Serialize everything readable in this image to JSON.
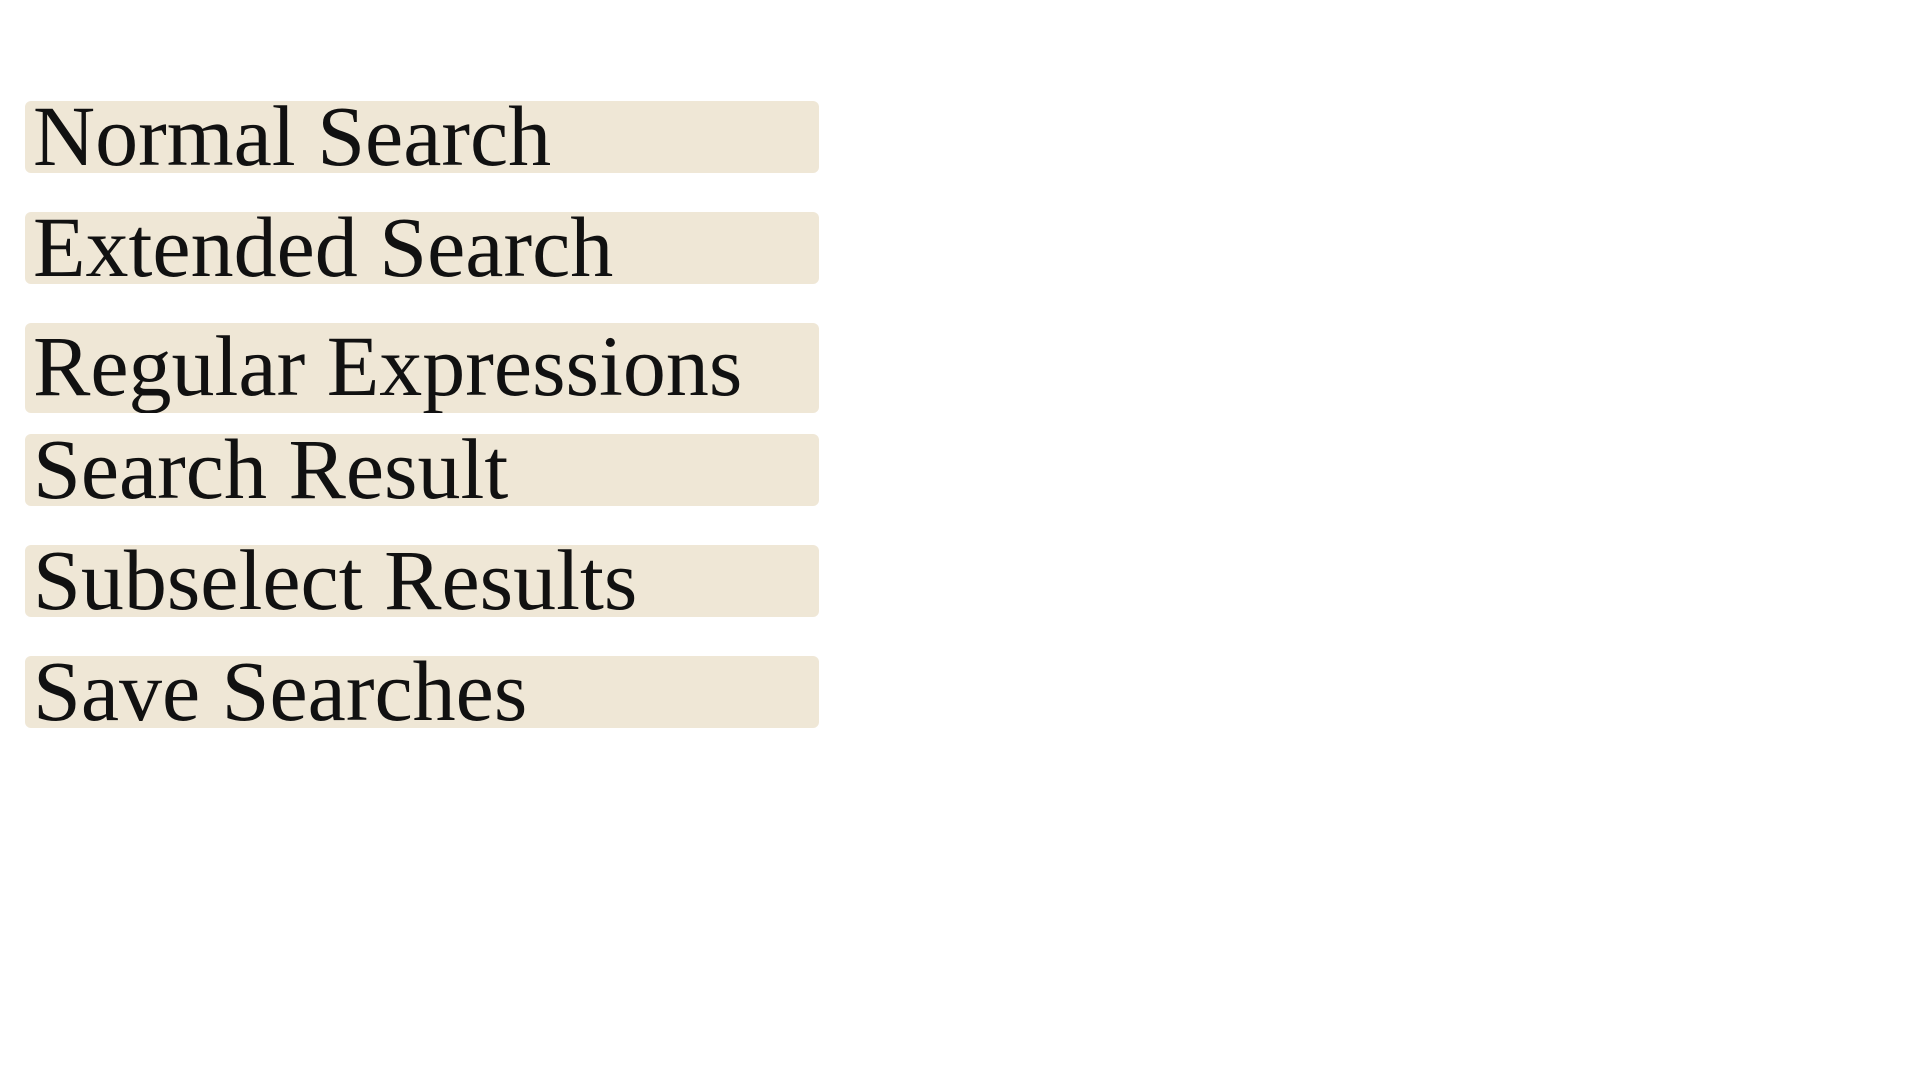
{
  "menu": {
    "items": [
      {
        "label": "Normal Search"
      },
      {
        "label": "Extended Search"
      },
      {
        "label": "Regular Expressions"
      },
      {
        "label": "Search Result"
      },
      {
        "label": "Subselect Results"
      },
      {
        "label": "Save Searches"
      }
    ]
  },
  "colors": {
    "item_background": "#efe7d6",
    "text": "#111111",
    "page_background": "#ffffff"
  }
}
